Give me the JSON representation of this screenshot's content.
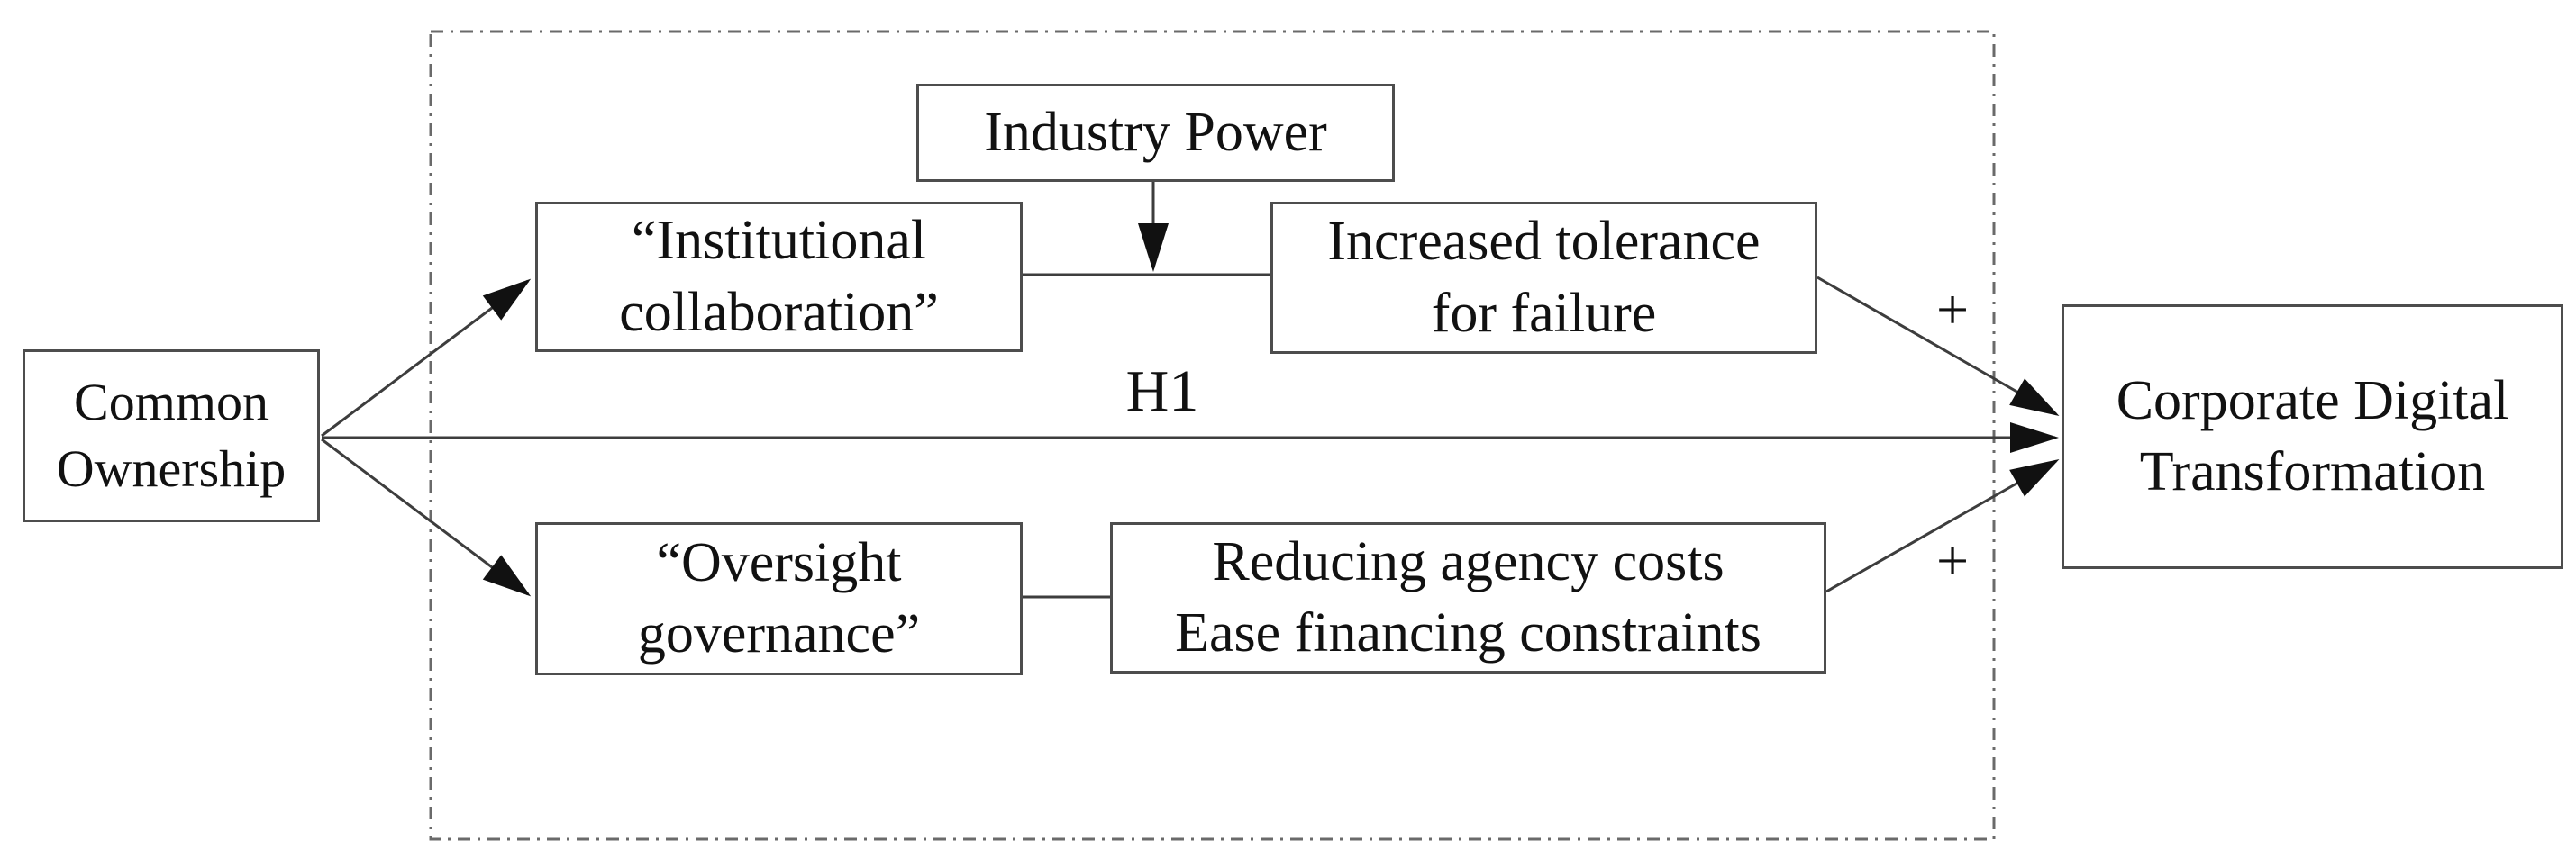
{
  "diagram": {
    "type": "conceptual-framework",
    "boxes": {
      "common_ownership": {
        "line1": "Common",
        "line2": "Ownership"
      },
      "industry_power": {
        "line1": "Industry Power",
        "line2": ""
      },
      "institutional_collaboration": {
        "line1": "“Institutional",
        "line2": "collaboration”"
      },
      "increased_tolerance": {
        "line1": "Increased tolerance",
        "line2": "for failure"
      },
      "oversight_governance": {
        "line1": "“Oversight",
        "line2": "governance”"
      },
      "reducing_agency": {
        "line1": "Reducing agency costs",
        "line2": "Ease financing constraints"
      },
      "corporate_digital": {
        "line1": "Corporate Digital",
        "line2": "Transformation"
      }
    },
    "labels": {
      "hypothesis": "H1"
    },
    "edges": [
      {
        "from": "common_ownership",
        "to": "institutional_collaboration",
        "sign": ""
      },
      {
        "from": "common_ownership",
        "to": "corporate_digital",
        "sign": ""
      },
      {
        "from": "common_ownership",
        "to": "oversight_governance",
        "sign": ""
      },
      {
        "from": "industry_power",
        "to": "institutional_collaboration-increased_tolerance-link",
        "sign": ""
      },
      {
        "from": "institutional_collaboration",
        "to": "increased_tolerance",
        "sign": ""
      },
      {
        "from": "increased_tolerance",
        "to": "corporate_digital",
        "sign": "+"
      },
      {
        "from": "oversight_governance",
        "to": "reducing_agency",
        "sign": ""
      },
      {
        "from": "reducing_agency",
        "to": "corporate_digital",
        "sign": "+"
      }
    ],
    "colors": {
      "box_border": "#4d4d4d",
      "connector": "#3d3d3d",
      "arrowhead": "#111111",
      "dashed_frame": "#6a6a6a",
      "text": "#111111",
      "background": "#ffffff"
    }
  }
}
